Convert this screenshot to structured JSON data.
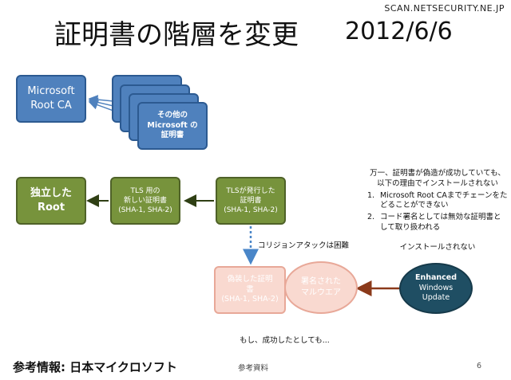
{
  "watermark": "SCAN.NETSECURITY.NE.JP",
  "header": {
    "title": "証明書の階層を変更",
    "date": "2012/6/6"
  },
  "top_diagram": {
    "root_ca": [
      "Microsoft",
      "Root CA"
    ],
    "other_certs": [
      "その他の",
      "Microsoft の",
      "証明書"
    ]
  },
  "chain": {
    "independent_root": [
      "独立した",
      "Root"
    ],
    "tls_new_cert": [
      "TLS 用の",
      "新しい証明書",
      "(SHA-1, SHA-2)"
    ],
    "tls_issued_cert": [
      "TLSが発行した",
      "証明書",
      "(SHA-1, SHA-2)"
    ]
  },
  "collision_label": "コリジョンアタックは困難",
  "forged": {
    "forged_cert": [
      "偽装した証明",
      "書",
      "(SHA-1, SHA-2)"
    ],
    "signed_malware": [
      "署名された",
      "マルウエア"
    ],
    "enhanced_update": [
      "Enhanced",
      "Windows",
      "Update"
    ]
  },
  "notes": {
    "intro": [
      "万一、証明書が偽造が成功していても、",
      "以下の理由でインストールされない"
    ],
    "items": [
      {
        "num": "1.",
        "lines": [
          "Microsoft Root CAまでチェーンをた",
          "どることができない"
        ]
      },
      {
        "num": "2.",
        "lines": [
          "コード署名としては無効な証明書と",
          "して取り扱われる"
        ]
      }
    ],
    "conclusion": "インストールされない"
  },
  "caption": "もし、成功したとしても...",
  "footer": {
    "reference": "参考情報: 日本マイクロソフト",
    "center": "参考資料",
    "page": "6"
  },
  "colors": {
    "blue": "#4f81bd",
    "green": "#77933c",
    "pink": "#f9d9d0",
    "teal": "#1f4e63",
    "arrow_brown": "#8b3a1a"
  }
}
